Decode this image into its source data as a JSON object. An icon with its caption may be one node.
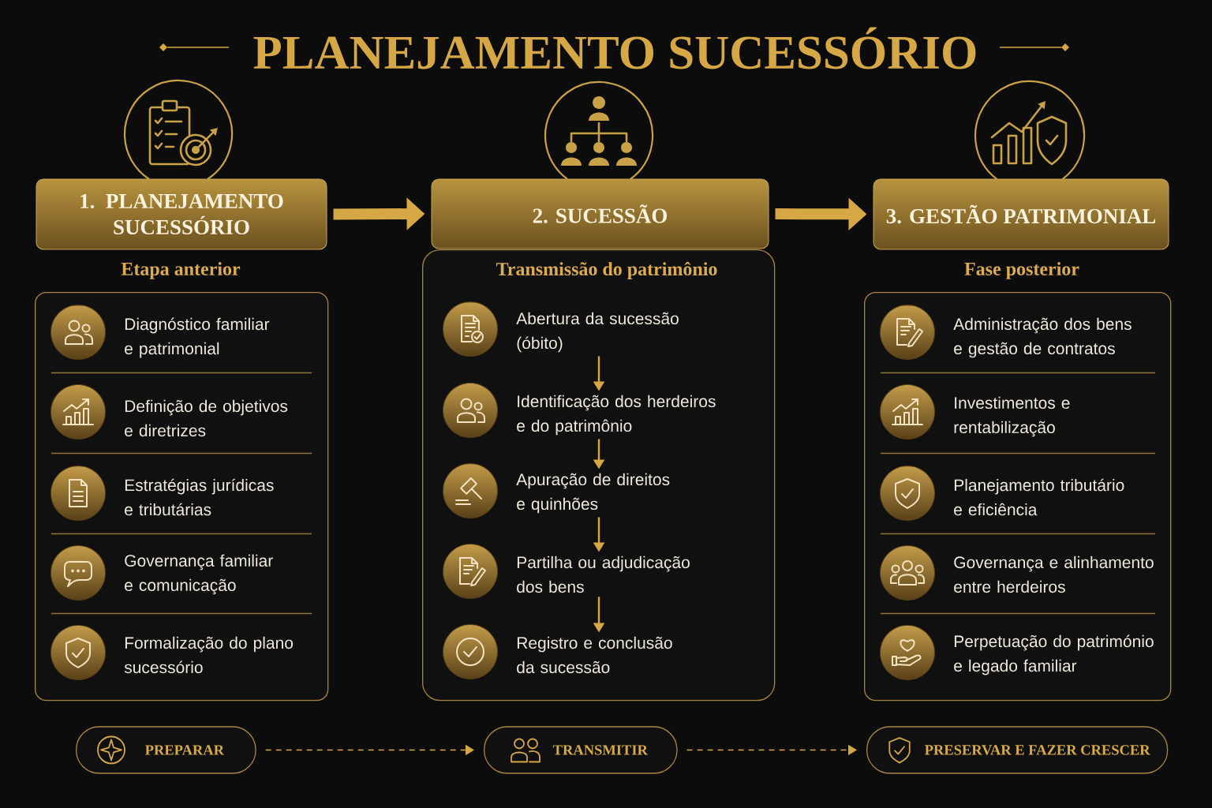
{
  "diagram": {
    "title": "PLANEJAMENTO SUCESSÓRIO",
    "nodes": [
      {
        "text": [
          "1. PLANEJAMENTO SUCESSÓRIO"
        ]
      },
      {
        "text": [
          "Etapa anterior"
        ]
      },
      {
        "text": [
          "Diagnóstico familiar e patrimonial"
        ],
        "in": 1
      },
      {
        "text": [
          "Definição de objetivos e diretrizes"
        ],
        "in": 1
      },
      {
        "text": [
          "Estratégias jurídicas e tributárias"
        ],
        "in": 1
      },
      {
        "text": [
          "Governança familiar e comunicação"
        ],
        "in": 1
      },
      {
        "text": [
          "Formalização do plano sucessório"
        ],
        "in": 1
      },
      {
        "text": [
          "2. SUCESSÃO"
        ]
      },
      {
        "text": [
          "Transmissão do patrimônio"
        ]
      },
      {
        "text": [
          "Abertura da sucessão (óbito)"
        ],
        "in": 8
      },
      {
        "text": [
          "Identificação dos herdeiros e do patrimônio"
        ],
        "in": 8
      },
      {
        "text": [
          "Apuração de direitos e quinhões"
        ],
        "in": 8
      },
      {
        "text": [
          "Partilha ou adjudicação dos bens"
        ],
        "in": 8
      },
      {
        "text": [
          "Registro e conclusão da sucessão"
        ],
        "in": 8
      },
      {
        "text": [
          "3. GESTÃO PATRIMONIAL"
        ]
      },
      {
        "text": [
          "Fase posterior"
        ]
      },
      {
        "text": [
          "Administração dos bens e gestão de contratos"
        ],
        "in": 15
      },
      {
        "text": [
          "Investimentos e rentabilização"
        ],
        "in": 15
      },
      {
        "text": [
          "Planejamento tributário e eficiência"
        ],
        "in": 15
      },
      {
        "text": [
          "Governança e alinhamento entre herdeiros"
        ],
        "in": 15
      },
      {
        "text": [
          "Perpetuação do património e legado familiar"
        ],
        "in": 15
      },
      {
        "text": [
          "PREPARAR"
        ]
      },
      {
        "text": [
          "TRANSMITIR"
        ]
      },
      {
        "text": [
          "PRESERVAR E FAZER CRESCER"
        ]
      }
    ],
    "edges": [
      {
        "from": 0,
        "to": 7,
        "arrow": "to",
        "style": "thick"
      },
      {
        "from": 7,
        "to": 14,
        "arrow": "to",
        "style": "thick"
      },
      {
        "from": 9,
        "to": 10,
        "arrow": "to"
      },
      {
        "from": 10,
        "to": 11,
        "arrow": "to"
      },
      {
        "from": 11,
        "to": 12,
        "arrow": "to"
      },
      {
        "from": 12,
        "to": 13,
        "arrow": "to"
      },
      {
        "from": 21,
        "to": 22,
        "arrow": "to",
        "style": "dashed"
      },
      {
        "from": 22,
        "to": 23,
        "arrow": "to",
        "style": "dashed"
      }
    ]
  }
}
